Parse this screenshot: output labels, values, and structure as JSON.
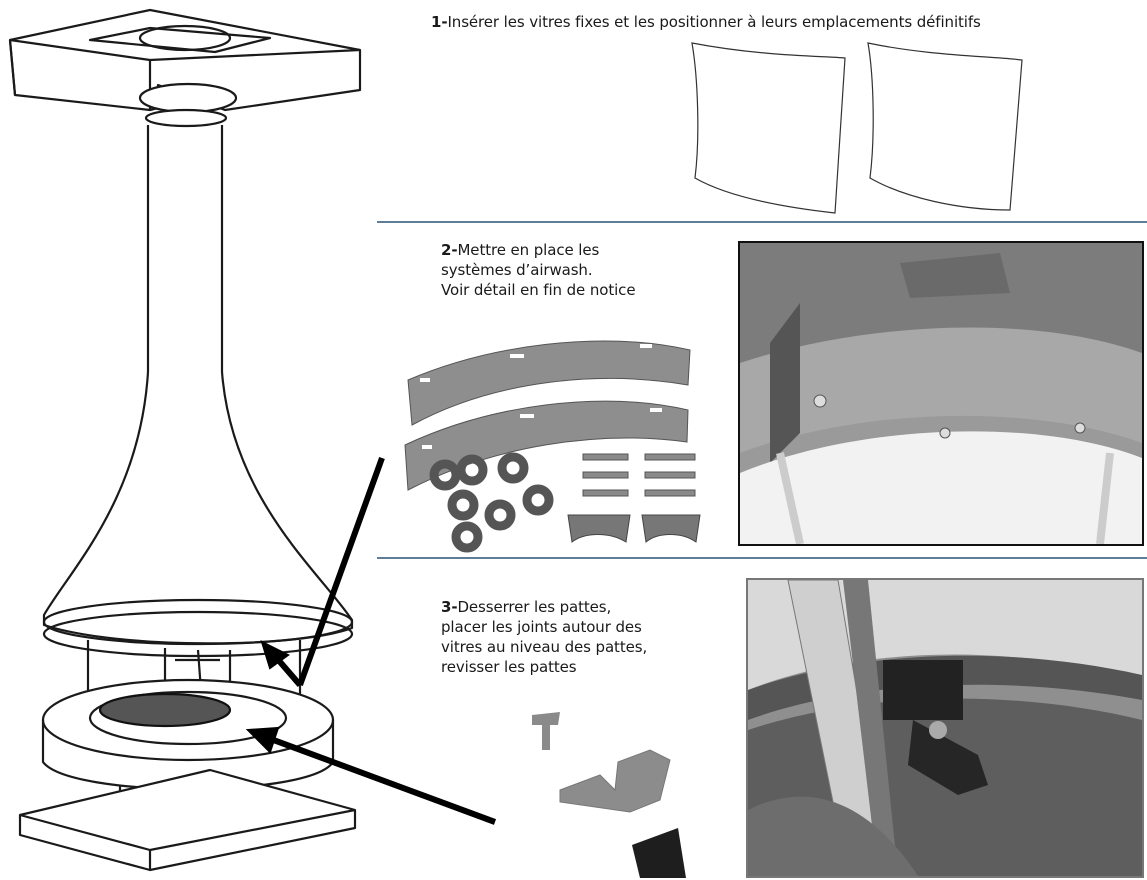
{
  "steps": [
    {
      "number": "1-",
      "text": "Insérer les vitres fixes et les positionner à leurs emplacements définitifs"
    },
    {
      "number": "2-",
      "lines": [
        "Mettre en place les",
        "systèmes d’airwash.",
        "Voir détail en fin de notice"
      ]
    },
    {
      "number": "3-",
      "lines": [
        "Desserrer les pattes,",
        "placer les joints autour des",
        "vitres au niveau des pattes,",
        "revisser les pattes"
      ]
    }
  ],
  "colors": {
    "separator": "#5f7d96",
    "line": "#1a1a1a",
    "metal": "#8a8a8a"
  }
}
